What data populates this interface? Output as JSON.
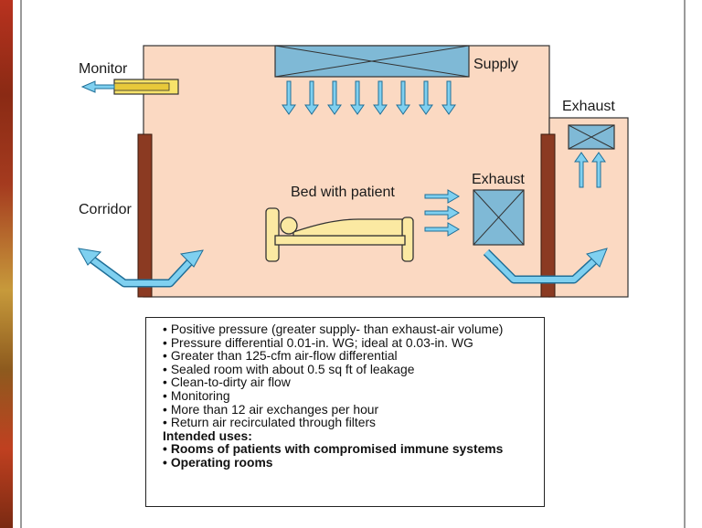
{
  "labels": {
    "monitor": "Monitor",
    "supply": "Supply",
    "exhaust_outer": "Exhaust",
    "exhaust_inner": "Exhaust",
    "corridor": "Corridor",
    "bed": "Bed with patient"
  },
  "notes": {
    "items": [
      "Positive pressure (greater supply- than exhaust-air volume)",
      "Pressure differential 0.01-in. WG; ideal at 0.03-in. WG",
      "Greater than 125-cfm air-flow differential",
      "Sealed room with about 0.5 sq ft of leakage",
      "Clean-to-dirty air flow",
      "Monitoring",
      "More than 12 air exchanges per hour",
      "Return air recirculated through filters"
    ],
    "uses_title": "Intended uses:",
    "uses": [
      "Rooms of patients with compromised immune systems",
      "Operating rooms"
    ]
  },
  "colors": {
    "room": "#fbd9c2",
    "duct": "#7fb9d6",
    "arrow": "#3aaee0",
    "wall": "#8b3a22",
    "monitor": "#f7e36a"
  }
}
